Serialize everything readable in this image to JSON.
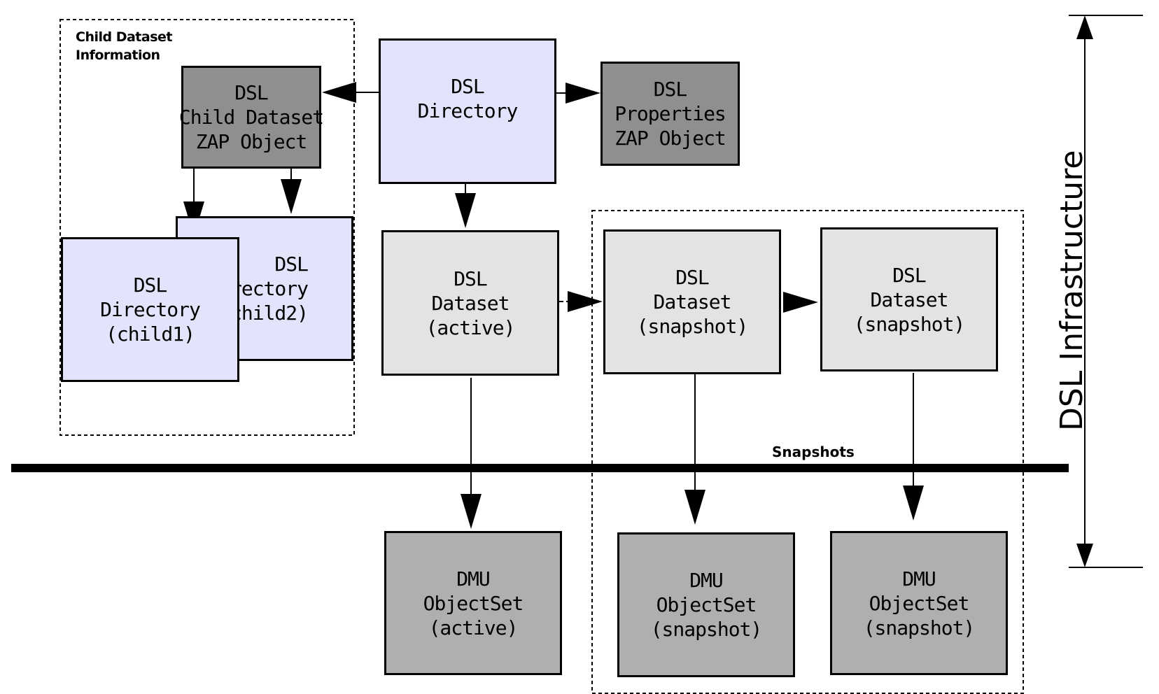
{
  "group_labels": {
    "child_dataset_info": [
      "Child Dataset",
      "Information"
    ],
    "snapshots": "Snapshots",
    "infrastructure": "DSL Infrastructure"
  },
  "boxes": {
    "child_zap": [
      "DSL",
      "Child Dataset",
      "ZAP Object"
    ],
    "dsl_directory": [
      "DSL",
      "Directory"
    ],
    "properties_zap": [
      "DSL",
      "Properties",
      "ZAP Object"
    ],
    "directory_child2": [
      "DSL",
      "Directory",
      "(child2)"
    ],
    "directory_child1": [
      "DSL",
      "Directory",
      "(child1)"
    ],
    "dataset_active": [
      "DSL",
      "Dataset",
      "(active)"
    ],
    "dataset_snapshot_1": [
      "DSL",
      "Dataset",
      "(snapshot)"
    ],
    "dataset_snapshot_2": [
      "DSL",
      "Dataset",
      "(snapshot)"
    ],
    "dmu_active": [
      "DMU",
      "ObjectSet",
      "(active)"
    ],
    "dmu_snapshot_1": [
      "DMU",
      "ObjectSet",
      "(snapshot)"
    ],
    "dmu_snapshot_2": [
      "DMU",
      "ObjectSet",
      "(snapshot)"
    ]
  },
  "colors": {
    "directory_fill": "#e3e3fb",
    "zap_fill": "#8f8f8f",
    "dataset_fill": "#e3e3e3",
    "dmu_fill": "#afafaf",
    "line": "#000000"
  }
}
